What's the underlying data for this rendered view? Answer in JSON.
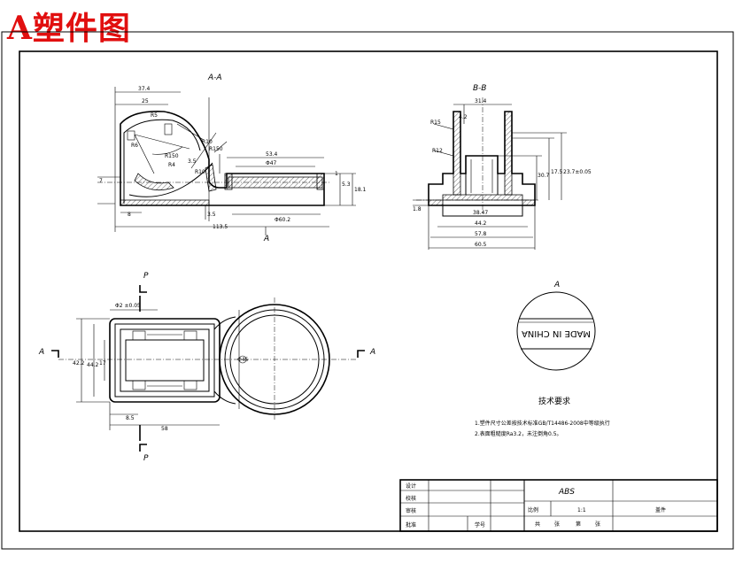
{
  "stamp": {
    "text": "A塑件图"
  },
  "views": {
    "section_aa": "A-A",
    "section_bb": "B-B",
    "detail_a": "A",
    "section_marker_a": "A",
    "cut_p_top": "P",
    "cut_p_bottom": "P",
    "cut_a_left": "A",
    "cut_a_right": "A"
  },
  "dims_aa": {
    "d1": "37.4",
    "d2": "25",
    "d3": "R5",
    "d4": "R6",
    "d5": "R10",
    "d6": "R4",
    "d7": "R150",
    "d8": "R10",
    "d9": "53.4",
    "d10": "Φ47",
    "d11": "1",
    "d12": "5.3",
    "d13": "18.1",
    "d14": "8",
    "d15": "3.5",
    "d16": "Φ60.2",
    "d17": "113.5",
    "d18": "R150",
    "d19": "3.5",
    "d20": "7"
  },
  "dims_bb": {
    "w_top": "31.4",
    "d_42": "4.2",
    "r15": "R15",
    "r2": "R12",
    "w1": "38.47",
    "w2": "44.2",
    "w3": "57.8",
    "w4": "60.5",
    "h1": "30.7",
    "h2": "17.5",
    "h3": "23.7±0.05",
    "h4": "1.8"
  },
  "dims_plan": {
    "top": "Φ2 ±0.05",
    "h1": "42.2",
    "h2": "44.2",
    "h3": "17",
    "phi": "Φ45",
    "w1": "8.5",
    "w2": "58"
  },
  "detail": {
    "label": "MADE IN CHINA"
  },
  "notes": {
    "title": "技术要求",
    "line1": "1.塑件尺寸公差按技术标准GB/T14486-2008中等级执行",
    "line2": "2.表面粗糙度Ra3.2，未注倒角0.5。"
  },
  "title_block": {
    "design": "设计",
    "check": "校核",
    "review": "审核",
    "approve": "批准",
    "material": "ABS",
    "scale_label": "比例",
    "scale_value": "1:1",
    "part_name": "盖件",
    "student_id": "学号",
    "sheet_total": "共",
    "sheet_label1": "张",
    "sheet_label2": "第",
    "sheet_label3": "张"
  }
}
